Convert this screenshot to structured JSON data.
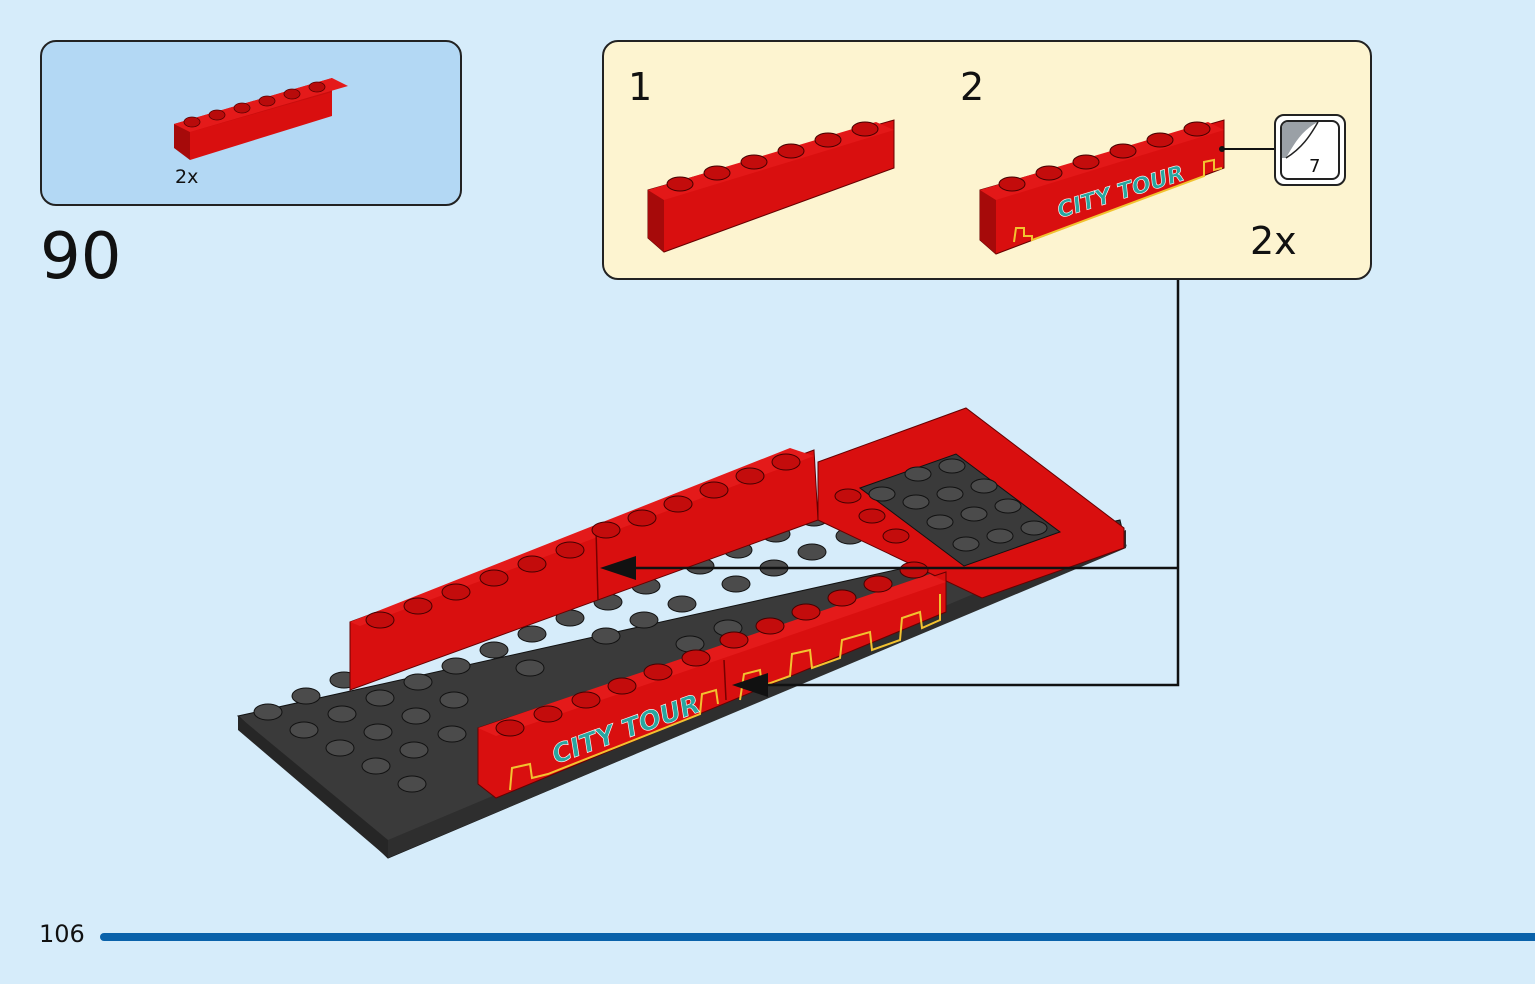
{
  "parts": {
    "quantity": "2x"
  },
  "step": {
    "number": "90"
  },
  "substeps": {
    "first_label": "1",
    "second_label": "2",
    "quantity": "2x"
  },
  "sticker": {
    "number": "7"
  },
  "brick_print": {
    "text": "CITY TOUR"
  },
  "page": {
    "number": "106"
  },
  "colors": {
    "background": "#d6ecfa",
    "parts_box": "#b3d8f4",
    "substep_box": "#fdf4d0",
    "brick_red": "#d90f0f",
    "plate_dark": "#3c3c3c",
    "print_teal": "#2aa6a0",
    "footer_bar": "#0a62aa"
  },
  "icons": {
    "arrow": "arrow-left-icon",
    "sticker": "sticker-icon"
  }
}
